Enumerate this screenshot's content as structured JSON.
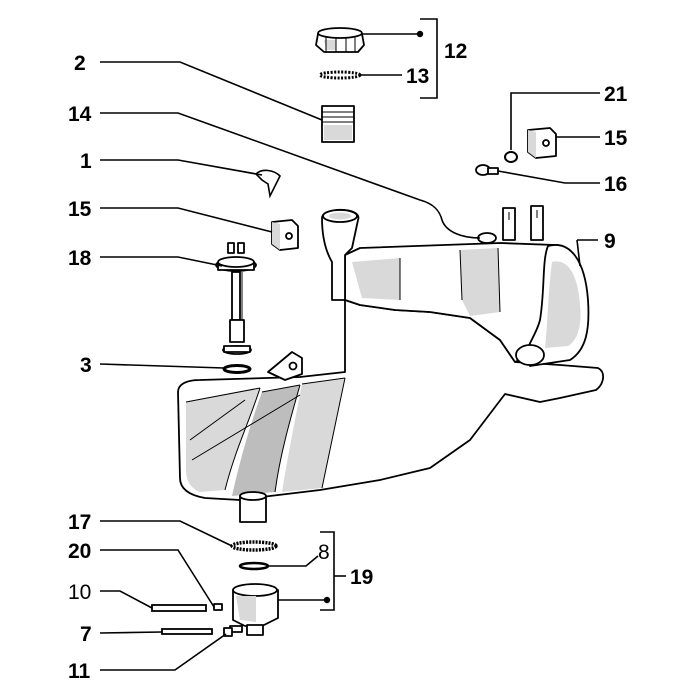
{
  "callouts": [
    {
      "id": "c1",
      "text": "1"
    },
    {
      "id": "c2",
      "text": "2"
    },
    {
      "id": "c3",
      "text": "3"
    },
    {
      "id": "c7",
      "text": "7"
    },
    {
      "id": "c8",
      "text": "8"
    },
    {
      "id": "c9",
      "text": "9"
    },
    {
      "id": "c10",
      "text": "10"
    },
    {
      "id": "c11",
      "text": "11"
    },
    {
      "id": "c12",
      "text": "12"
    },
    {
      "id": "c13",
      "text": "13"
    },
    {
      "id": "c14",
      "text": "14"
    },
    {
      "id": "c15a",
      "text": "15"
    },
    {
      "id": "c15b",
      "text": "15"
    },
    {
      "id": "c16",
      "text": "16"
    },
    {
      "id": "c17",
      "text": "17"
    },
    {
      "id": "c18",
      "text": "18"
    },
    {
      "id": "c19",
      "text": "19"
    },
    {
      "id": "c20",
      "text": "20"
    },
    {
      "id": "c21",
      "text": "21"
    }
  ]
}
